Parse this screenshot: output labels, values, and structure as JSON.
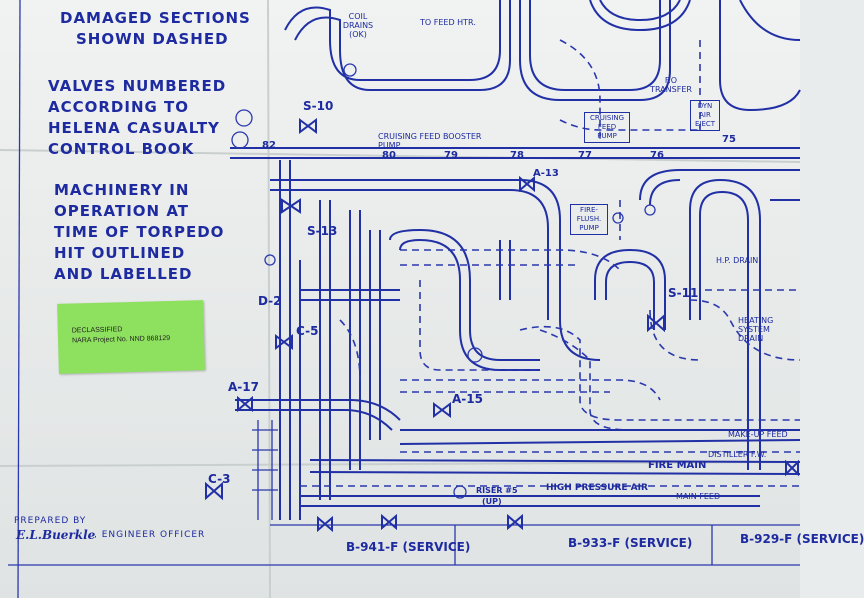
{
  "notes": {
    "damaged": [
      "DAMAGED SECTIONS",
      "SHOWN DASHED"
    ],
    "valves": [
      "VALVES NUMBERED",
      "ACCORDING TO",
      "HELENA CASUALTY",
      "CONTROL BOOK"
    ],
    "machinery": [
      "MACHINERY IN",
      "OPERATION AT",
      "TIME OF TORPEDO",
      "HIT OUTLINED",
      "AND LABELLED"
    ]
  },
  "sticker": {
    "line1": "DECLASSIFIED",
    "line2": "NARA Project No. NND 868129"
  },
  "valves": {
    "s10": "S-10",
    "s13": "S-13",
    "s11": "S-11",
    "d2": "D-2",
    "c5": "C-5",
    "a17": "A-17",
    "a15": "A-15",
    "c3": "C-3",
    "a13": "A-13"
  },
  "numbers": {
    "n82": "82",
    "n80": "80",
    "n79": "79",
    "n78": "78",
    "n77": "77",
    "n76": "76",
    "n75": "75"
  },
  "small_labels": {
    "coil_drains": "COIL DRAINS (OK)",
    "feed_htr": "TO FEED HTR.",
    "fo_transfer": "F.O TRANSFER",
    "cruising_booster": "CRUISING FEED BOOSTER PUMP",
    "hp_drain": "H.P. DRAIN",
    "heating_drain": "HEATING SYSTEM DRAIN",
    "make_up_feed": "MAKE-UP FEED",
    "distiller": "DISTILLER F.W.",
    "fire_main": "FIRE MAIN",
    "hp_air": "HIGH PRESSURE AIR",
    "main_feed": "MAIN FEED",
    "riser": "RISER #5",
    "riser_up": "(UP)"
  },
  "boxes": {
    "cruising_feed_pump": "CRUISING FEED PUMP",
    "dyn_air_eject": "DYN AIR EJECT",
    "fire_flush_pump": "FIRE- FLUSH. PUMP"
  },
  "bulkheads": {
    "b941": "B-941-F (SERVICE)",
    "b933": "B-933-F (SERVICE)",
    "b929": "B-929-F (SERVICE)"
  },
  "signature": {
    "prepared_by": "PREPARED BY",
    "signed": "E.L.Buerkle",
    "title": ", ENGINEER OFFICER"
  }
}
